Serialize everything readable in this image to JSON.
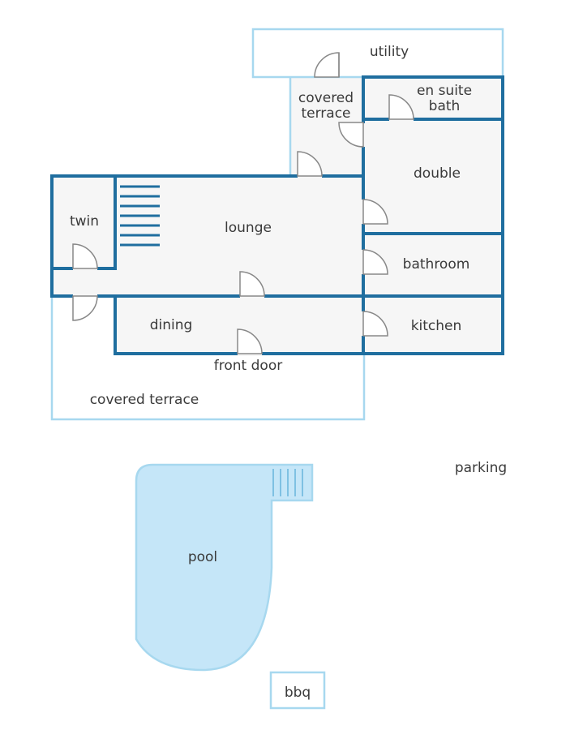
{
  "rooms": {
    "utility": "utility",
    "en_suite_line1": "en suite",
    "en_suite_line2": "bath",
    "covered_terrace_top_line1": "covered",
    "covered_terrace_top_line2": "terrace",
    "double": "double",
    "twin": "twin",
    "lounge": "lounge",
    "bathroom": "bathroom",
    "dining": "dining",
    "kitchen": "kitchen",
    "front_door": "front door",
    "covered_terrace_bottom": "covered terrace",
    "parking": "parking",
    "pool": "pool",
    "bbq": "bbq"
  },
  "colors": {
    "wall": "#1f6e9f",
    "light_outline": "#a7d8ef",
    "pool_fill": "#c5e6f8",
    "room_fill": "#f6f6f6"
  }
}
